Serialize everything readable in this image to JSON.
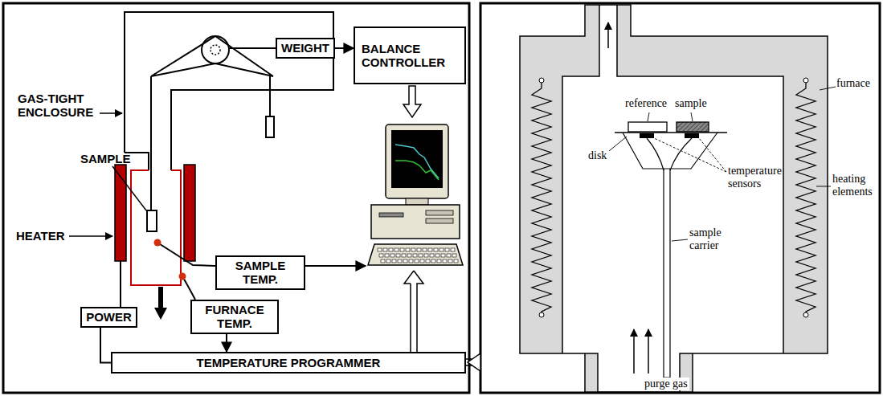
{
  "diagram": {
    "nodes": [
      {
        "text": [
          "WEIGHT"
        ]
      },
      {
        "text": [
          "BALANCE CONTROLLER"
        ]
      },
      {
        "text": [
          "SAMPLE TEMP."
        ]
      },
      {
        "text": [
          "POWER"
        ]
      },
      {
        "text": [
          "FURNACE TEMP."
        ]
      },
      {
        "text": [
          "TEMPERATURE PROGRAMMER"
        ]
      }
    ],
    "edges": [
      {
        "from": 0,
        "to": 1,
        "arrow": "to"
      },
      {
        "from": 4,
        "to": 5,
        "arrow": "to"
      },
      {
        "from": 5,
        "to": 3,
        "arrow": "none"
      }
    ],
    "labels": [
      "GAS-TIGHT ENCLOSURE",
      "SAMPLE",
      "HEATER",
      "reference",
      "sample",
      "disk",
      "temperature sensors",
      "sample carrier",
      "heating elements",
      "furnace",
      "purge gas"
    ]
  }
}
